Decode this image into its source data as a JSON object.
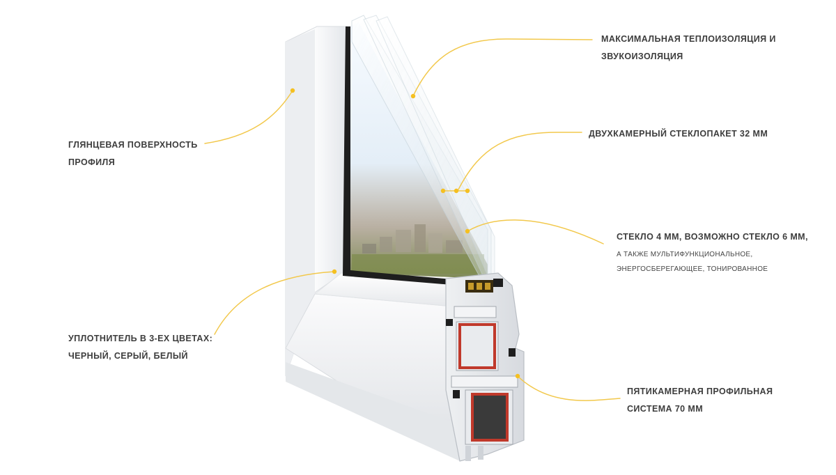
{
  "colors": {
    "accent_line": "#f2c84b",
    "dot": "#f5c021",
    "text": "#3d3d3d",
    "frame_white": "#f4f5f7",
    "frame_shadow": "#d5d8dd",
    "seal_black": "#1e1e1e",
    "steel_red": "#c0392b"
  },
  "callouts": {
    "gloss": {
      "line1": "ГЛЯНЦЕВАЯ ПОВЕРХНОСТЬ",
      "line2": "ПРОФИЛЯ"
    },
    "seal": {
      "line1": "УПЛОТНИТЕЛЬ В 3-ЕХ ЦВЕТАХ:",
      "line2": "ЧЕРНЫЙ, СЕРЫЙ, БЕЛЫЙ"
    },
    "insulation": {
      "line1": "МАКСИМАЛЬНАЯ ТЕПЛОИЗОЛЯЦИЯ И",
      "line2": "ЗВУКОИЗОЛЯЦИЯ"
    },
    "glass_unit": {
      "line1": "ДВУХКАМЕРНЫЙ СТЕКЛОПАКЕТ 32 ММ"
    },
    "glass": {
      "line1": "СТЕКЛО 4 ММ, ВОЗМОЖНО СТЕКЛО 6 ММ,",
      "line2": "а также мультифункциональное,",
      "line3": "энергосберегающее, тонированное"
    },
    "profile": {
      "line1": "ПЯТИКАМЕРНАЯ ПРОФИЛЬНАЯ",
      "line2": "СИСТЕМА 70 ММ"
    }
  }
}
